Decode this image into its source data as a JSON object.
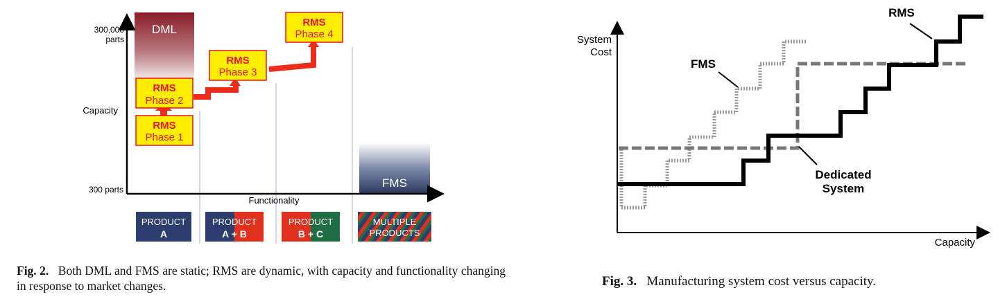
{
  "fig2": {
    "dml_label": "DML",
    "fms_label": "FMS",
    "y_top_label_1": "300,000",
    "y_top_label_2": "parts",
    "y_mid_label": "Capacity",
    "y_bottom_label": "300 parts",
    "x_axis_label": "Functionality",
    "rms_phases": [
      {
        "title": "RMS",
        "phase": "Phase 1"
      },
      {
        "title": "RMS",
        "phase": "Phase 2"
      },
      {
        "title": "RMS",
        "phase": "Phase 3"
      },
      {
        "title": "RMS",
        "phase": "Phase 4"
      }
    ],
    "products": [
      {
        "line1": "PRODUCT",
        "line2": "A"
      },
      {
        "line1": "PRODUCT",
        "line2": "A + B"
      },
      {
        "line1": "PRODUCT",
        "line2": "B + C"
      },
      {
        "line1": "MULTIPLE",
        "line2": "PRODUCTS"
      }
    ],
    "caption_label": "Fig. 2.",
    "caption_text": "Both DML and FMS are static; RMS are dynamic, with capacity and functionality changing in response to market changes.",
    "colors": {
      "rms_fill": "#ffee00",
      "rms_text": "#e8141c",
      "arrow": "#ee2a1b",
      "dml": "#8a1c26",
      "fms": "#28385e",
      "navy": "#2c3e6e",
      "red": "#e0301e",
      "green": "#1f6e45"
    }
  },
  "fig3": {
    "y_axis_label_1": "System",
    "y_axis_label_2": "Cost",
    "x_axis_label": "Capacity",
    "label_fms": "FMS",
    "label_rms": "RMS",
    "label_dedicated_1": "Dedicated",
    "label_dedicated_2": "System",
    "caption_label": "Fig. 3.",
    "caption_text": "Manufacturing system cost versus capacity."
  }
}
